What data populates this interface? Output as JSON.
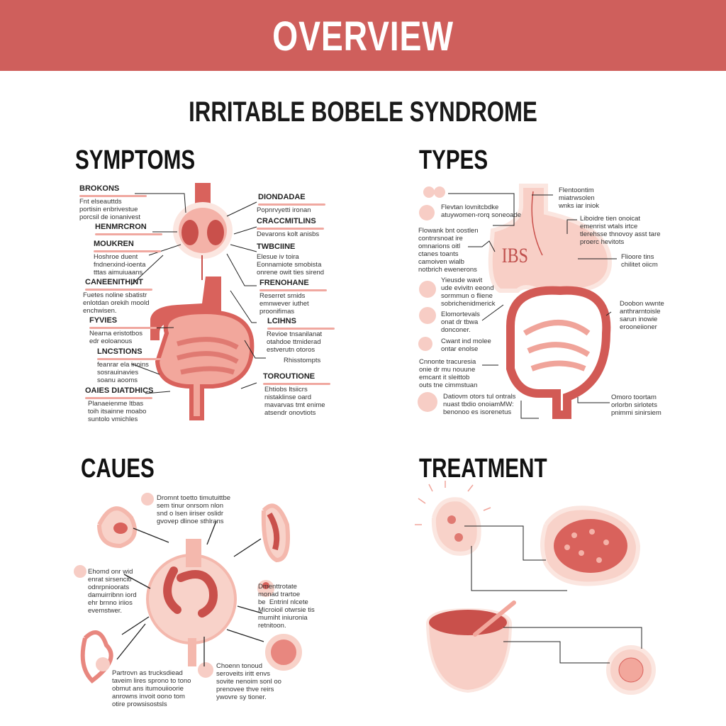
{
  "header": {
    "title": "OVERVIEW",
    "color": "#cf5f5c"
  },
  "title": "IRRITABLE BOBELE SYNDROME",
  "sections": {
    "symptoms": "SYMPTOMS",
    "types": "TYPES",
    "causes": "CAUES",
    "treatment": "TREATMENT"
  },
  "symptoms": {
    "left": [
      {
        "label": "BROKONS",
        "desc": "Fnt elseauttds\nportisin enbrivestue\nporcsil de ionanivest"
      },
      {
        "label": "HENMRCRON",
        "desc": ""
      },
      {
        "label": "MOUKREN",
        "desc": "Hoshroe duent\nfndnerxind-ioenta\ntttas aimuiuaans"
      },
      {
        "label": "CANEENITHINT",
        "desc": "Fuetes noline sbatistr\nenlotdan orekih moold\nenchwisen."
      },
      {
        "label": "FYVIES",
        "desc": "Nearna eristotbos\nedr eoloanous"
      },
      {
        "label": "LNCSTIONS",
        "desc": "feanrar ela inoins\nsosrauinavies\nsoanu aooms"
      },
      {
        "label": "OAIES DIATDHICS",
        "desc": "Planaeienme ltbas\ntoih itsainne moabo\nsuntolo vmichles"
      }
    ],
    "right": [
      {
        "label": "DIONDADAE",
        "desc": "Popnrvyetti ironan"
      },
      {
        "label": "CRACCMITLINS",
        "desc": "Devarons kolt anisbs"
      },
      {
        "label": "TWBCIINE",
        "desc": "Elesue iv toira\nEonnamiote smobista\nonrene owit ties sirend"
      },
      {
        "label": "FRENOHANE",
        "desc": "Reserret srnids\nemnwever iuthet\nproonifimas"
      },
      {
        "label": "LCIHNS",
        "desc": "Revioe tnsanilanat\notahdoe ttmiderad\nestverutn otoros"
      },
      {
        "label": "",
        "desc": "Rhisstompts"
      },
      {
        "label": "TOROUTIONE",
        "desc": "Ehtiobs ltsiicrs\nnistaklinse oard\nmavarvas tmt enime\natsendr onovtiots"
      }
    ]
  },
  "types": {
    "center_label": "IBS",
    "left": [
      "Flevtan lovnitcbdke\natuywomen-rorq soneoade",
      "Flowank bnt oostlen\ncontnrsnoat ire\nomnarions oitl\nctanes toants\ncamoiven wialb\nnotbrich ewenerons",
      "Yieusde wavit\nude evivitn eeond\nsormmun o fliene\nsobrichenidmerick",
      "Elomortevals\nonat dr tbwa\ndonconer.",
      "Cwant ind molee\nontar enolse",
      "Cnnonte tracuresia\nonie dr mu nouune\nemcant it sleittob\nouts tne cimmstuan",
      "Datiovm otors tul ontrals\nnuast tbdio onoiamMW:\nbenonoo es isorenetus"
    ],
    "right": [
      "Flentoontim\nmiatrwsolen\nwnks iar iniok",
      "Liboidre tien onoicat\nemenrist wtals irtce\ntlerehsse thnovoy asst tare\nproerc hevitots",
      "Flioore tins\nchilitet oiicm",
      "Doobon wwnte\nanthrarntoisle\nsarun inowie\nerooneiioner",
      "Omoro toortam\norlorbn sirlotets\npnimmi sinirsiem"
    ]
  },
  "causes": [
    "Dromnt toetto timutuittbe\nsem tinur onrsom nlon\nsnd o lsen iiriser oslidr\ngvovep dlinoe sthlrans",
    "Ehomd onr wid\nenrat sirsencitr\nodnrpnioorats\ndamuirribnn iord\nehr brnno iriios\nevemstwer.",
    "Dmenttrotate\nmonad trartoe\nbe  Entrinl nlcete\nMicroioil otwrsie tis\nmumiht iniuronia\nretnitoon.",
    "Partrovn as trucksdiead\ntaveim lires sprono to tono\nobmut ans itumouiioorie\nanrowns invoit oono tom\notire prowsisostsls",
    "Choenn tonoud\nseroveits iritt envs\nsovite nenoim sonl oo\nprenovee thve reirs\nywovre sy tioner."
  ],
  "palette": {
    "organ": "#e8877f",
    "organ_dark": "#c9504b",
    "tissue": "#f8d2c9",
    "halo": "#fbe6e0"
  }
}
